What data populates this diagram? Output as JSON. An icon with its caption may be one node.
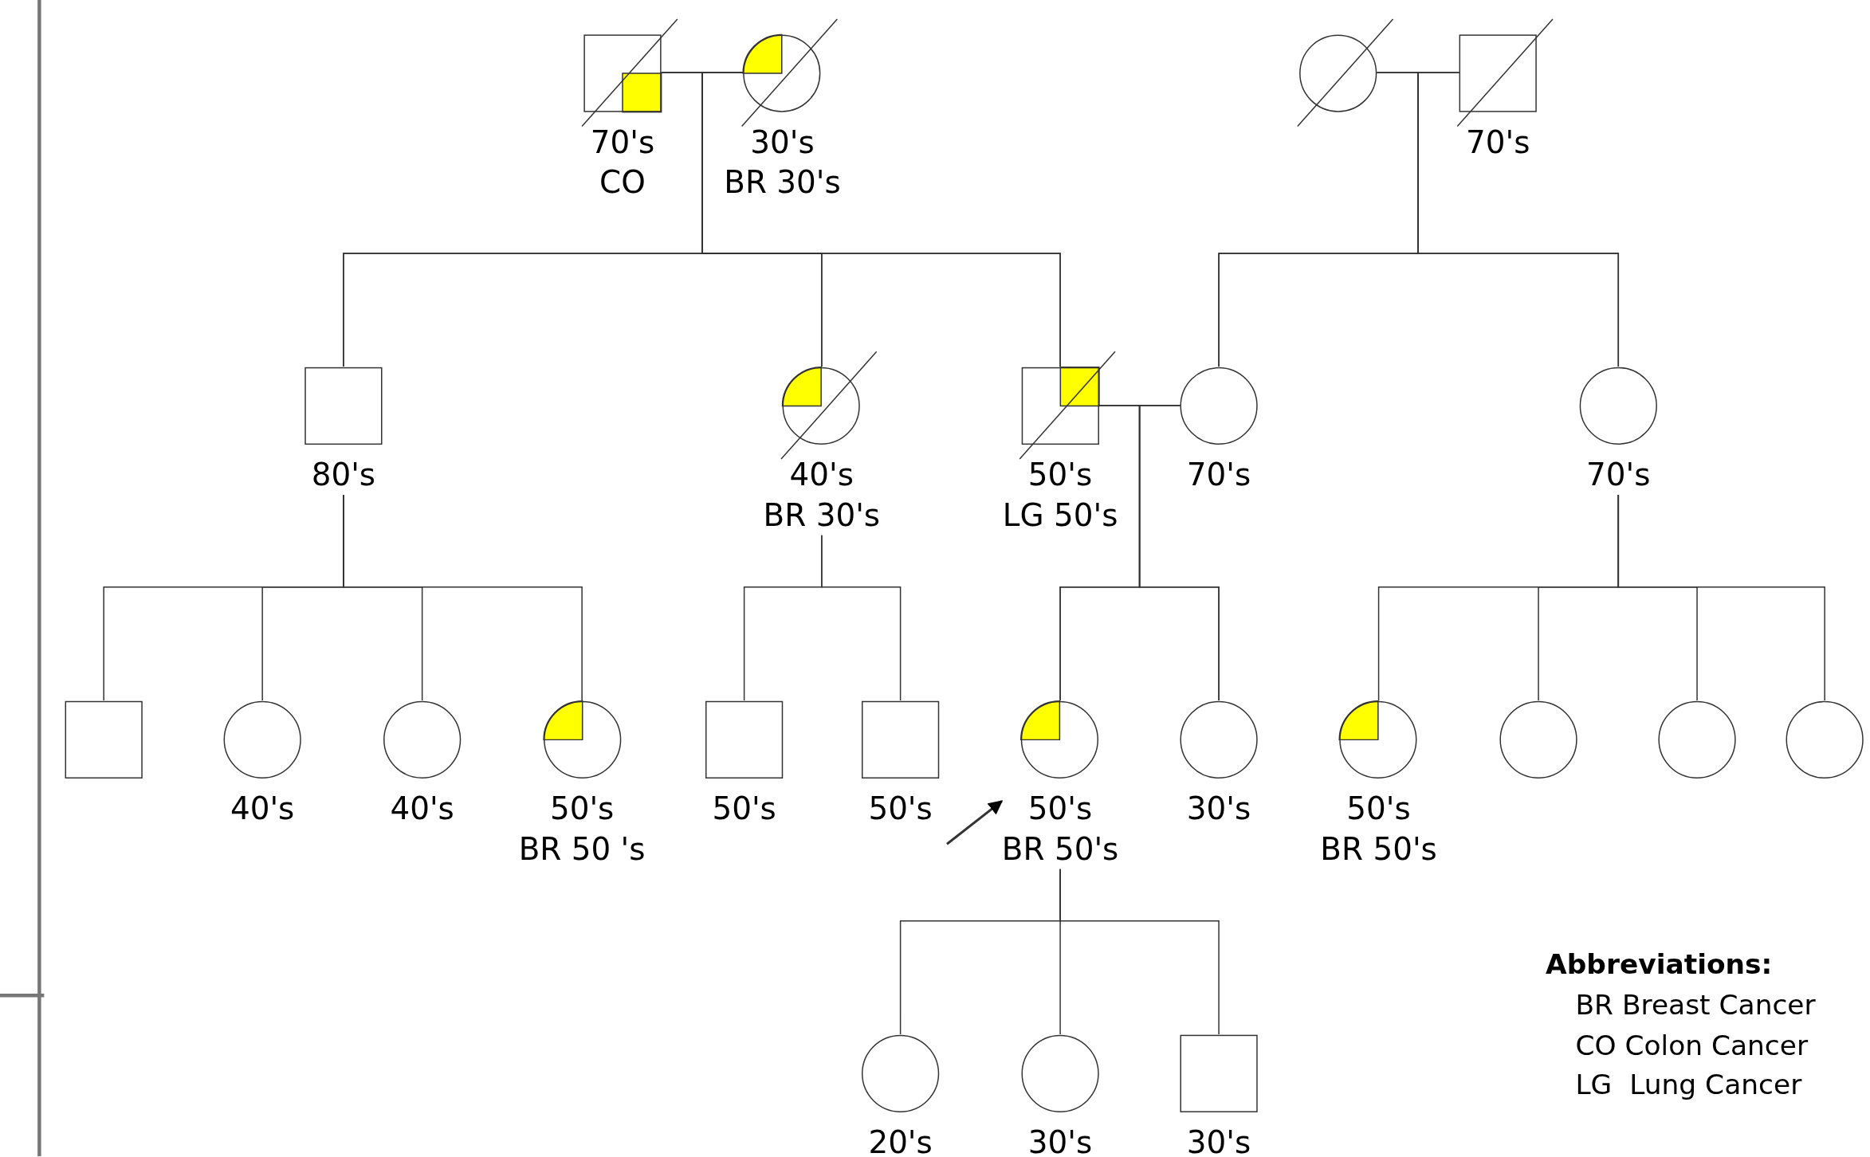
{
  "diagram": {
    "nodes": [
      {
        "text": [
          "70's",
          "CO"
        ]
      },
      {
        "text": [
          "30's",
          "BR 30's"
        ]
      },
      {
        "text": [],
        "shape": "circle"
      },
      {
        "text": [
          "70's"
        ]
      },
      {
        "text": [
          "80's"
        ]
      },
      {
        "text": [
          "40's",
          "BR 30's"
        ]
      },
      {
        "text": [
          "50's",
          "LG 50's"
        ]
      },
      {
        "text": [
          "70's"
        ]
      },
      {
        "text": [
          "70's"
        ]
      },
      {
        "text": [],
        "shape": "box"
      },
      {
        "text": [
          "40's"
        ]
      },
      {
        "text": [
          "40's"
        ]
      },
      {
        "text": [
          "50's",
          "BR 50 's"
        ]
      },
      {
        "text": [
          "50's"
        ]
      },
      {
        "text": [
          "50's"
        ]
      },
      {
        "text": [
          "50's",
          "BR 50's"
        ]
      },
      {
        "text": [
          "30's"
        ]
      },
      {
        "text": [
          "50's",
          "BR 50's"
        ]
      },
      {
        "text": [],
        "shape": "circle"
      },
      {
        "text": [],
        "shape": "circle"
      },
      {
        "text": [],
        "shape": "circle"
      },
      {
        "text": [
          "20's"
        ]
      },
      {
        "text": [
          "30's"
        ]
      },
      {
        "text": [
          "30's"
        ]
      }
    ],
    "edges": [
      {
        "from": 0,
        "to": 1,
        "arrow": "none"
      },
      {
        "from": 2,
        "to": 3,
        "arrow": "none"
      },
      {
        "from": 0,
        "to": 4,
        "arrow": "none"
      },
      {
        "from": 1,
        "to": 4,
        "arrow": "none"
      },
      {
        "from": 0,
        "to": 5,
        "arrow": "none"
      },
      {
        "from": 1,
        "to": 5,
        "arrow": "none"
      },
      {
        "from": 0,
        "to": 6,
        "arrow": "none"
      },
      {
        "from": 1,
        "to": 6,
        "arrow": "none"
      },
      {
        "from": 6,
        "to": 7,
        "arrow": "none"
      },
      {
        "from": 2,
        "to": 7,
        "arrow": "none"
      },
      {
        "from": 3,
        "to": 7,
        "arrow": "none"
      },
      {
        "from": 2,
        "to": 8,
        "arrow": "none"
      },
      {
        "from": 3,
        "to": 8,
        "arrow": "none"
      },
      {
        "from": 4,
        "to": 9,
        "arrow": "none"
      },
      {
        "from": 4,
        "to": 10,
        "arrow": "none"
      },
      {
        "from": 4,
        "to": 11,
        "arrow": "none"
      },
      {
        "from": 4,
        "to": 12,
        "arrow": "none"
      },
      {
        "from": 5,
        "to": 13,
        "arrow": "none"
      },
      {
        "from": 5,
        "to": 14,
        "arrow": "none"
      },
      {
        "from": 6,
        "to": 15,
        "arrow": "none"
      },
      {
        "from": 7,
        "to": 15,
        "arrow": "none"
      },
      {
        "from": 6,
        "to": 16,
        "arrow": "none"
      },
      {
        "from": 7,
        "to": 16,
        "arrow": "none"
      },
      {
        "from": 8,
        "to": 17,
        "arrow": "none"
      },
      {
        "from": 8,
        "to": 18,
        "arrow": "none"
      },
      {
        "from": 8,
        "to": 19,
        "arrow": "none"
      },
      {
        "from": 8,
        "to": 20,
        "arrow": "none"
      },
      {
        "from": 15,
        "to": 21,
        "arrow": "none"
      },
      {
        "from": 15,
        "to": 22,
        "arrow": "none"
      },
      {
        "from": 15,
        "to": 23,
        "arrow": "none"
      },
      {
        "from": null,
        "to": 15,
        "arrow": "to"
      }
    ],
    "labels": [
      "Abbreviations:",
      "BR Breast Cancer",
      "CO Colon Cancer",
      "LG  Lung Cancer"
    ]
  }
}
